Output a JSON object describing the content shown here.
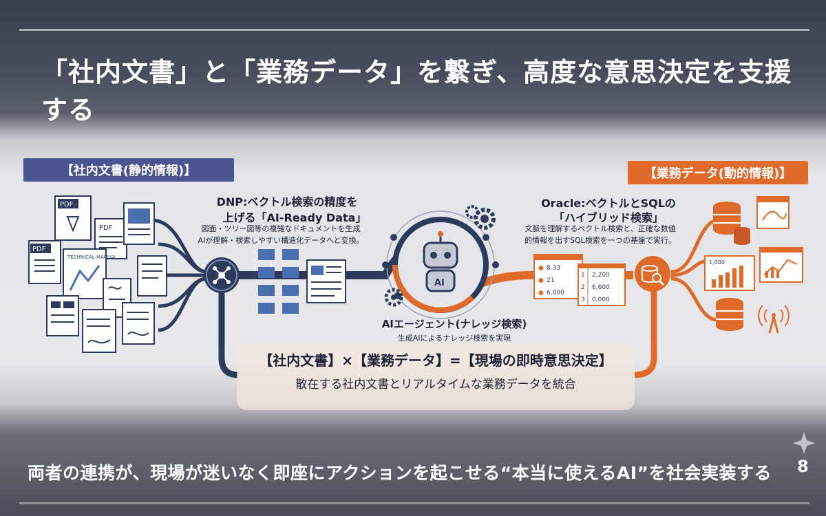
{
  "title": "「社内文書」と「業務データ」を繋ぎ、高度な意思決定を支援する",
  "left_header": "【社内文書(静的情報)】",
  "right_header": "【業務データ(動的情報)】",
  "dnp": {
    "line1": "DNP:ベクトル検索の精度を",
    "line2": "上げる「AI-Ready Data」",
    "desc1": "図面・ツリー図等の複雑なドキュメントを生成",
    "desc2": "AIが理解・検索しやすい構造化データへと変換。"
  },
  "oracle": {
    "line1": "Oracle:ベクトルとSQLの",
    "line2": "「ハイブリッド検索」",
    "desc1": "文脈を理解するベクトル検索と、正確な数値",
    "desc2": "的情報を出すSQL検索を一つの基盤で実行。"
  },
  "agent": {
    "title": "AIエージェント(ナレッジ検索)",
    "subtitle": "生成AIによるナレッジ検索を実現",
    "robot_label": "AI"
  },
  "formula": {
    "main": "【社内文書】×【業務データ】=【現場の即時意思決定】",
    "sub": "散在する社内文書とリアルタイムな業務データを統合"
  },
  "bottom_text": "両者の連携が、現場が迷いなく即座にアクションを起こせる“本当に使えるAI”を社会実装する",
  "page_number": "8",
  "doc_icons": {
    "pdf": "PDF",
    "manual": "TECHNICAL MANUAL"
  },
  "table_rows": [
    {
      "bullet": "●",
      "left": "8.33",
      "idx": "1",
      "right": "2,200"
    },
    {
      "bullet": "●",
      "left": "21",
      "idx": "2",
      "right": "6,600"
    },
    {
      "bullet": "●",
      "left": "6,000",
      "idx": "3",
      "right": "0,000"
    }
  ],
  "chart_icon_label": "1,000",
  "colors": {
    "navy": "#4a5490",
    "orange": "#e06a2a",
    "flow_dark": "#2e3a5c"
  },
  "icons": [
    "pdf-icon",
    "document-icon",
    "network-hub-icon",
    "database-search-icon",
    "robot-icon",
    "gear-icon",
    "database-icon",
    "bar-chart-icon",
    "line-chart-icon",
    "antenna-icon",
    "browser-window-icon"
  ]
}
